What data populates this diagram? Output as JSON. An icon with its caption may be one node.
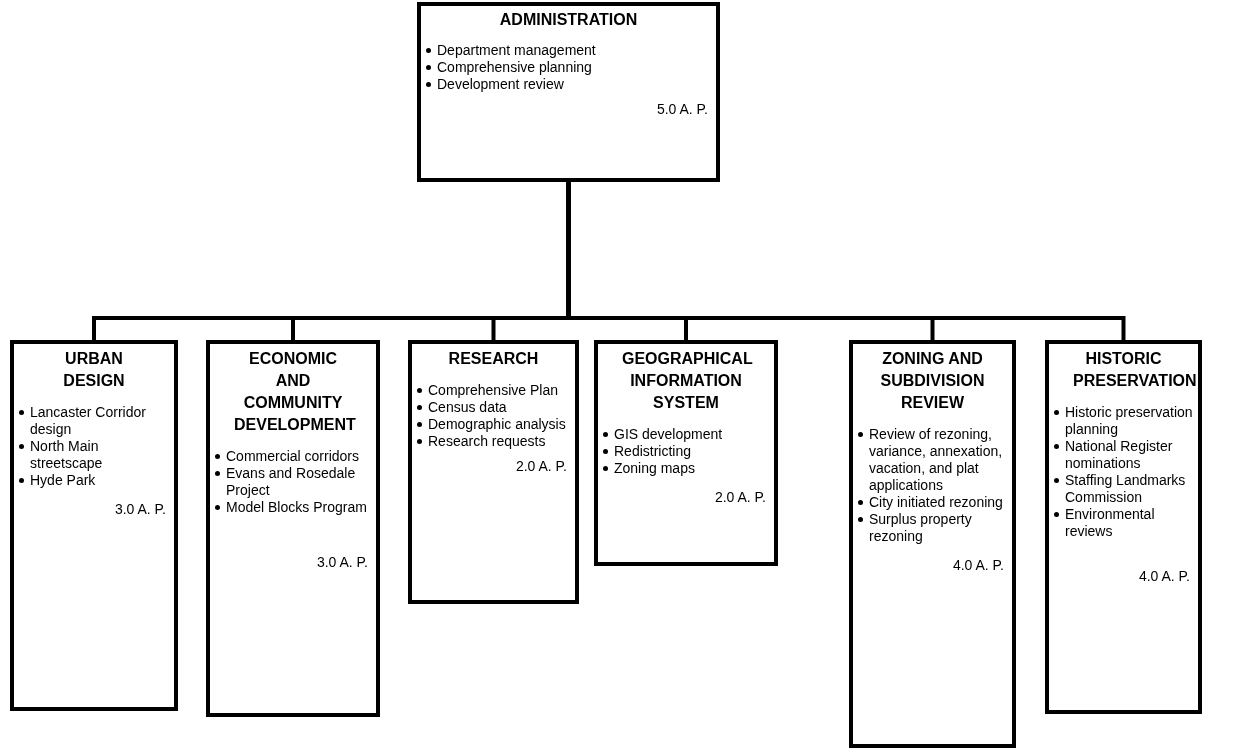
{
  "diagram": {
    "nodes": [
      {
        "text": [
          "ADMINISTRATION",
          "Department management",
          "Comprehensive planning",
          "Development review",
          "5.0 A. P."
        ]
      },
      {
        "text": [
          "URBAN DESIGN",
          "Lancaster Corridor design",
          "North Main streetscape",
          "Hyde Park",
          "3.0 A. P."
        ]
      },
      {
        "text": [
          "ECONOMIC AND COMMUNITY DEVELOPMENT",
          "Commercial corridors",
          "Evans and Rosedale Project",
          "Model Blocks Program",
          "3.0 A. P."
        ]
      },
      {
        "text": [
          "RESEARCH",
          "Comprehensive Plan",
          "Census data",
          "Demographic analysis",
          "Research requests",
          "2.0 A. P."
        ]
      },
      {
        "text": [
          "GEOGRAPHICAL INFORMATION SYSTEM",
          "GIS development",
          "Redistricting",
          "Zoning maps",
          "2.0 A. P."
        ]
      },
      {
        "text": [
          "ZONING AND SUBDIVISION REVIEW",
          "Review of rezoning, variance, annexation, vacation, and plat applications",
          "City initiated rezoning",
          "Surplus property rezoning",
          "4.0 A. P."
        ]
      },
      {
        "text": [
          "HISTORIC PRESERVATION",
          "Historic preservation planning",
          "National Register nominations",
          "Staffing Landmarks Commission",
          "Environmental reviews",
          "4.0 A. P."
        ]
      }
    ],
    "edges": [
      {
        "from": 0,
        "to": 1,
        "arrow": "none"
      },
      {
        "from": 0,
        "to": 2,
        "arrow": "none"
      },
      {
        "from": 0,
        "to": 3,
        "arrow": "none"
      },
      {
        "from": 0,
        "to": 4,
        "arrow": "none"
      },
      {
        "from": 0,
        "to": 5,
        "arrow": "none"
      },
      {
        "from": 0,
        "to": 6,
        "arrow": "none"
      }
    ]
  }
}
